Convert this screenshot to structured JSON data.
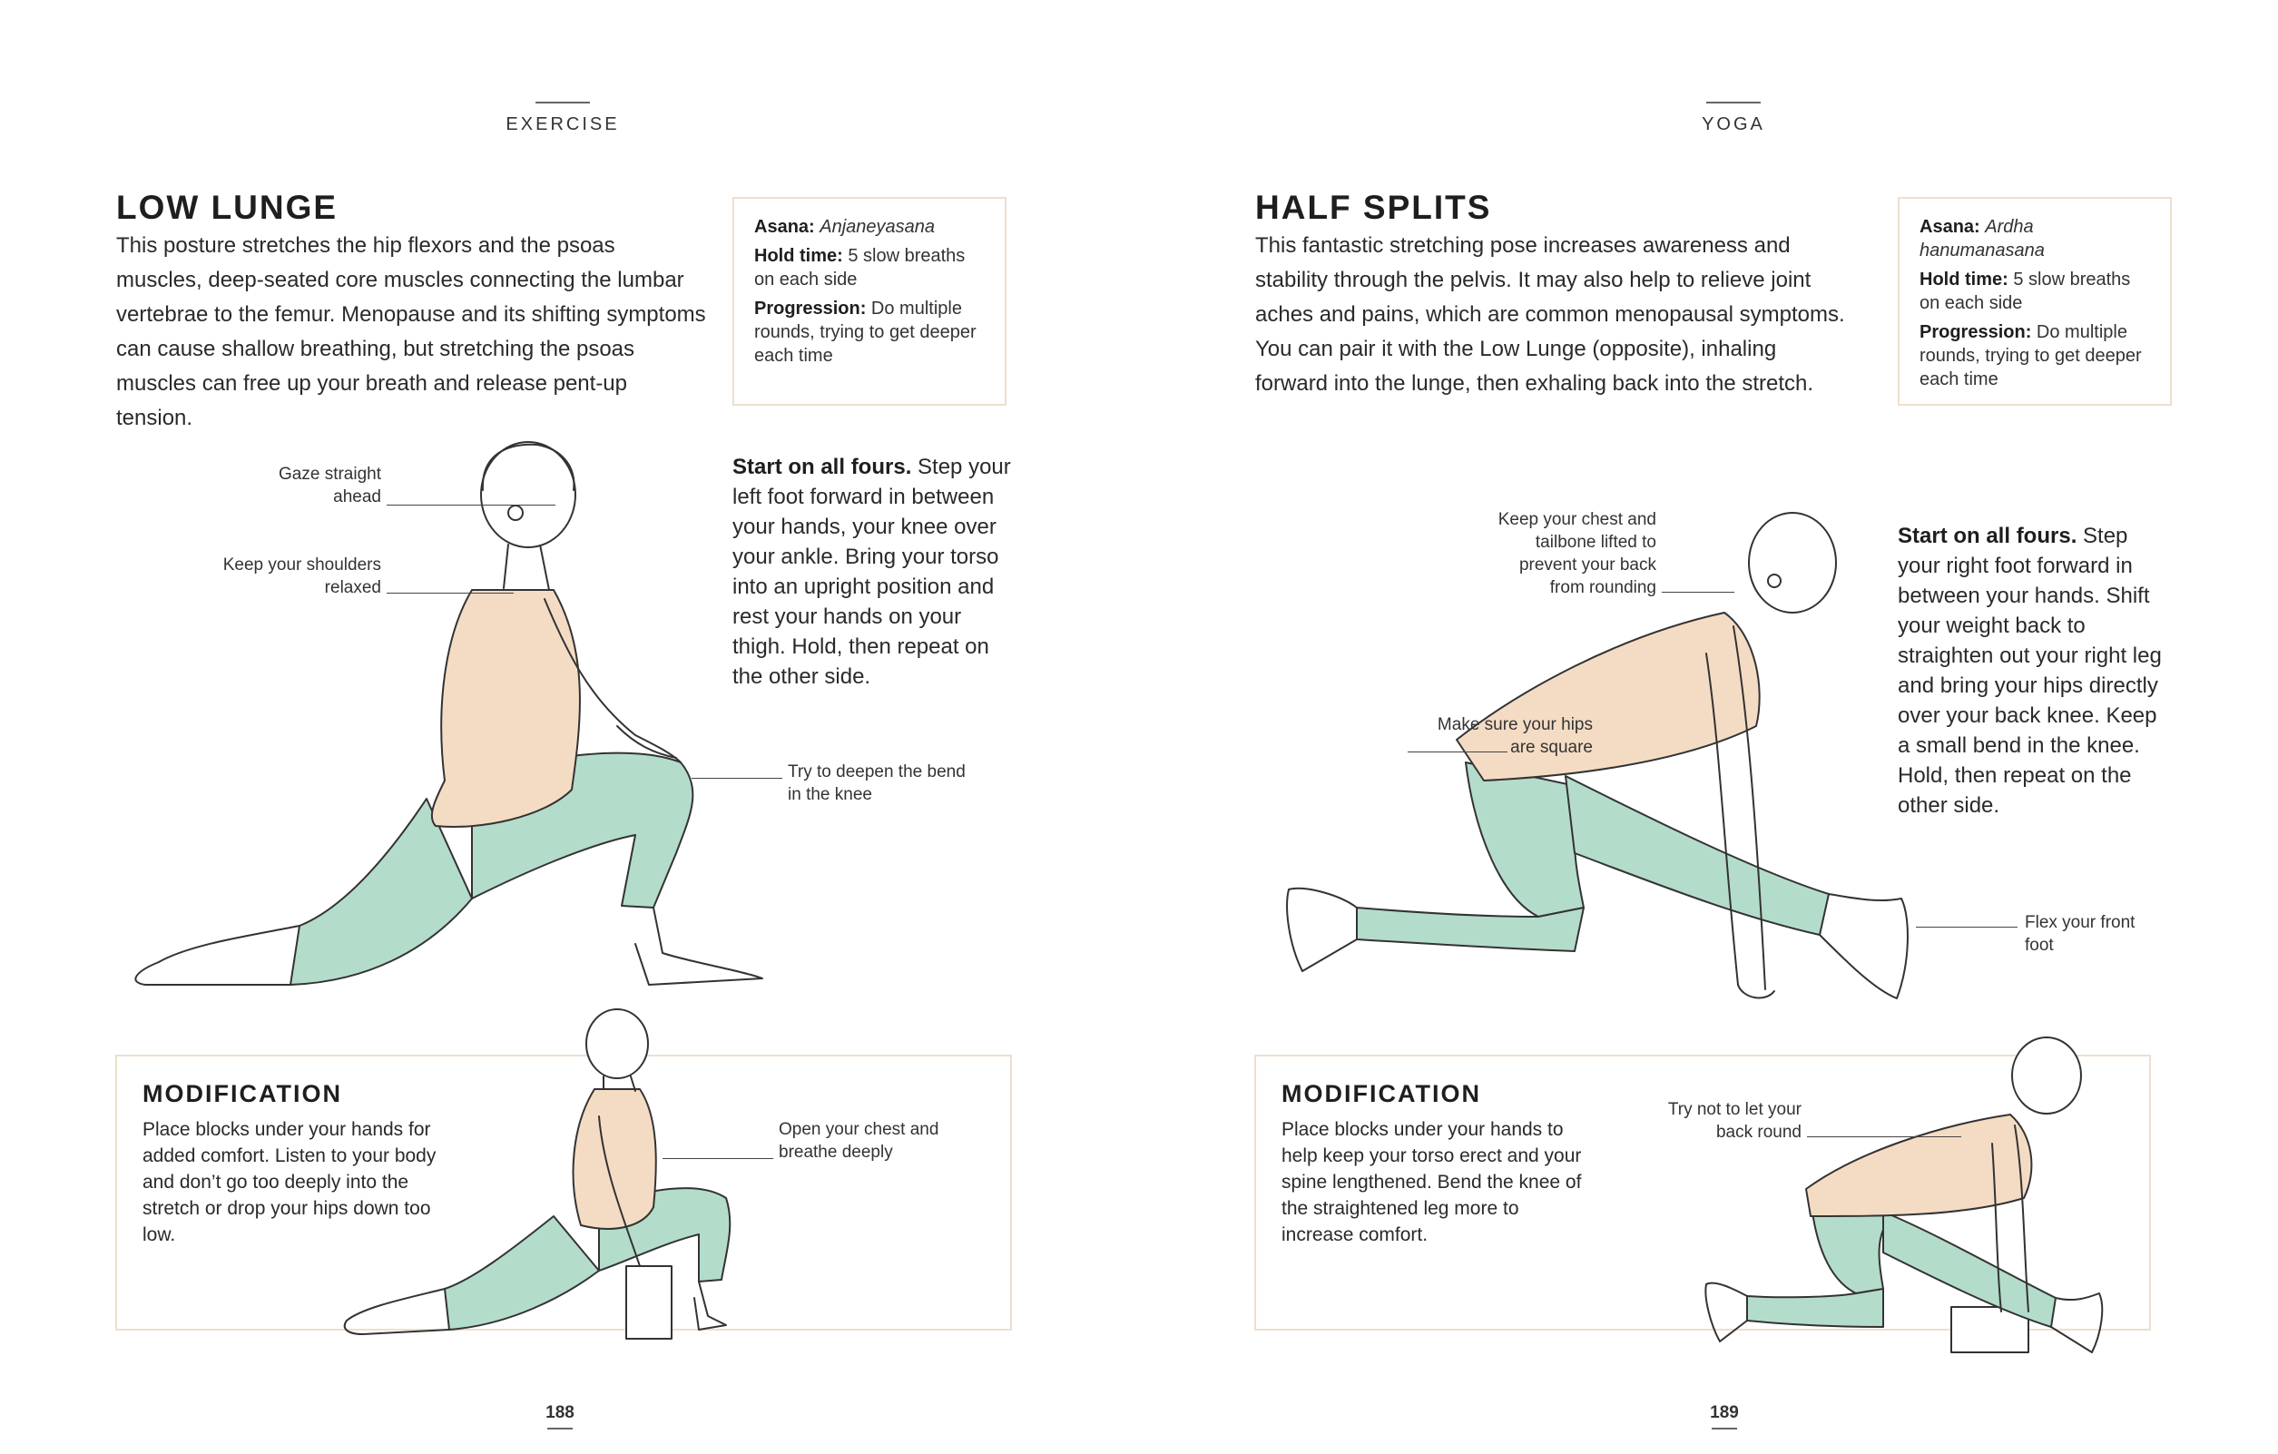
{
  "colors": {
    "top_fill": "#f4dcc4",
    "legging_fill": "#b4dccb",
    "outline": "#333333",
    "box_border": "#eedfce"
  },
  "left": {
    "section": "EXERCISE",
    "title": "LOW LUNGE",
    "intro": "This posture stretches the hip flexors and the psoas muscles, deep-seated core muscles connecting the lumbar vertebrae to the femur. Menopause and its shifting symptoms can cause shallow breathing, but stretching the psoas muscles can free up your breath and release pent-up tension.",
    "info": {
      "asana_label": "Asana:",
      "asana_value": "Anjaneyasana",
      "hold_label": "Hold time:",
      "hold_value": "5 slow breaths on each side",
      "progression_label": "Progression:",
      "progression_value": "Do multiple rounds, trying to get deeper each time"
    },
    "instructions_lead": "Start on all fours.",
    "instructions_text": "Step your left foot forward in between your hands, your knee over your ankle. Bring your torso into an upright position and rest your hands on your thigh. Hold, then repeat on the other side.",
    "callouts": {
      "gaze": "Gaze straight ahead",
      "shoulders": "Keep your shoulders relaxed",
      "knee": "Try to deepen the bend in the knee",
      "chest": "Open your chest and breathe deeply"
    },
    "modification_title": "MODIFICATION",
    "modification_text": "Place blocks under your hands for added comfort. Listen to your body and don’t go too deeply into the stretch or drop your hips down too low.",
    "page_number": "188"
  },
  "right": {
    "section": "YOGA",
    "title": "HALF SPLITS",
    "intro": "This fantastic stretching pose increases awareness and stability through the pelvis. It may also help to relieve joint aches and pains, which are common menopausal symptoms. You can pair it with the Low Lunge (opposite), inhaling forward into the lunge, then exhaling back into the stretch.",
    "info": {
      "asana_label": "Asana:",
      "asana_value": "Ardha hanumanasana",
      "hold_label": "Hold time:",
      "hold_value": "5 slow breaths on each side",
      "progression_label": "Progression:",
      "progression_value": "Do multiple rounds, trying to get deeper each time"
    },
    "instructions_lead": "Start on all fours.",
    "instructions_text": "Step your right foot forward in between your hands. Shift your weight back to straighten out your right leg and bring your hips directly over your back knee. Keep a small bend in the knee. Hold, then repeat on the other side.",
    "callouts": {
      "chest": "Keep your chest and tailbone lifted to prevent your back from rounding",
      "hips": "Make sure your hips are square",
      "foot": "Flex your front foot",
      "back": "Try not to let your back round"
    },
    "modification_title": "MODIFICATION",
    "modification_text": "Place blocks under your hands to help keep your torso erect and your spine lengthened. Bend the knee of the straightened leg more to increase comfort.",
    "page_number": "189"
  }
}
